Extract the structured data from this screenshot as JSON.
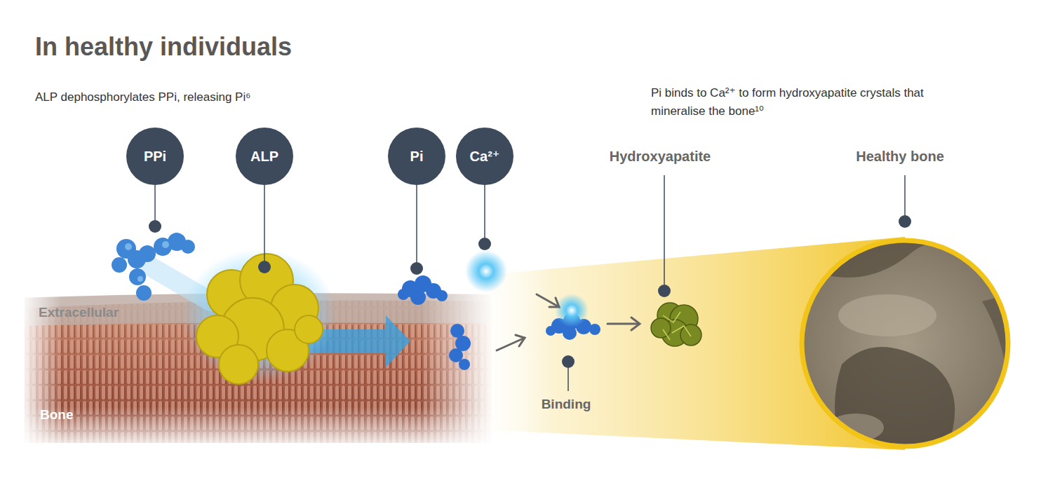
{
  "diagram": {
    "title": "In healthy individuals",
    "nodes": [
      {
        "text": [
          "PPi"
        ]
      },
      {
        "text": [
          "ALP"
        ]
      },
      {
        "text": [
          "Pi"
        ]
      },
      {
        "text": [
          "Ca²⁺"
        ]
      }
    ],
    "labels": [
      "ALP dephosphorylates PPi, releasing Pi⁶",
      "Pi binds to Ca²⁺ to form hydroxyapatite crystals that mineralise the bone¹⁰",
      "Hydroxyapatite",
      "Healthy bone",
      "Extracellular",
      "Bone",
      "Binding"
    ]
  }
}
